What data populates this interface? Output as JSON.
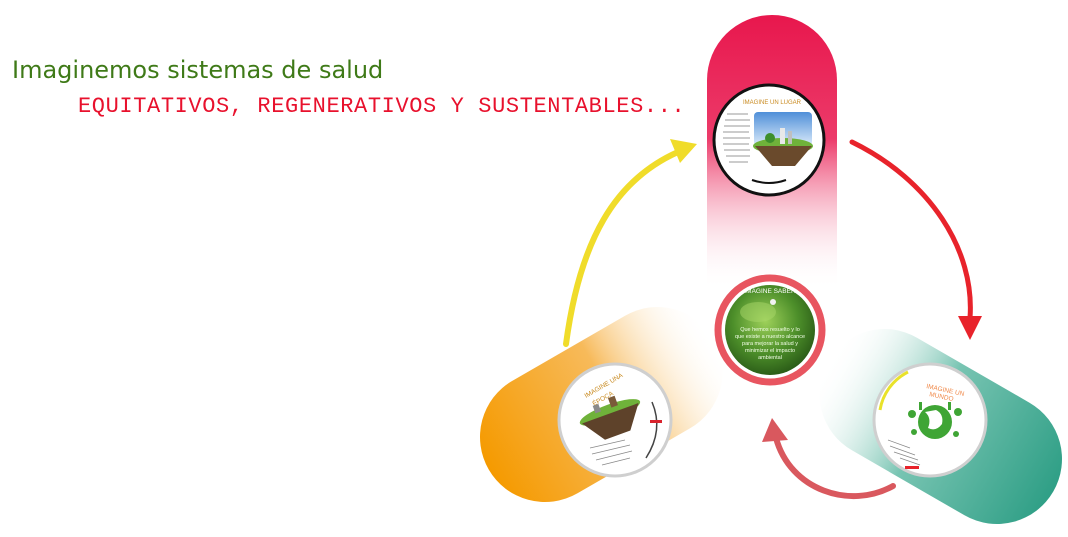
{
  "header": {
    "title": "Imaginemos sistemas de salud",
    "subtitle": "EQUITATIVOS, REGENERATIVOS Y SUSTENTABLES..."
  },
  "nodes": {
    "top": {
      "title": "IMAGINE UN LUGAR"
    },
    "center": {
      "title": "IMAGINE SABER",
      "body": [
        "Que hemos resuelto y lo",
        "que existe a nuestro alcance",
        "para mejorar la salud y",
        "minimizar el impacto",
        "ambiental"
      ]
    },
    "left": {
      "title_lines": [
        "IMAGINE UNA",
        "ÉPOCA"
      ]
    },
    "right": {
      "title_lines": [
        "IMAGINE UN",
        "MUNDO"
      ]
    }
  },
  "colors": {
    "top_band": "#e8174d",
    "left_band": "#f59a00",
    "right_band": "#36a88d",
    "arrow_yellow": "#f0dc2a",
    "arrow_red": "#e8232b",
    "arrow_pink": "#d9585e",
    "center_ring": "#e85560",
    "title_green": "#3f7a18",
    "subtitle_red": "#e8112d"
  }
}
